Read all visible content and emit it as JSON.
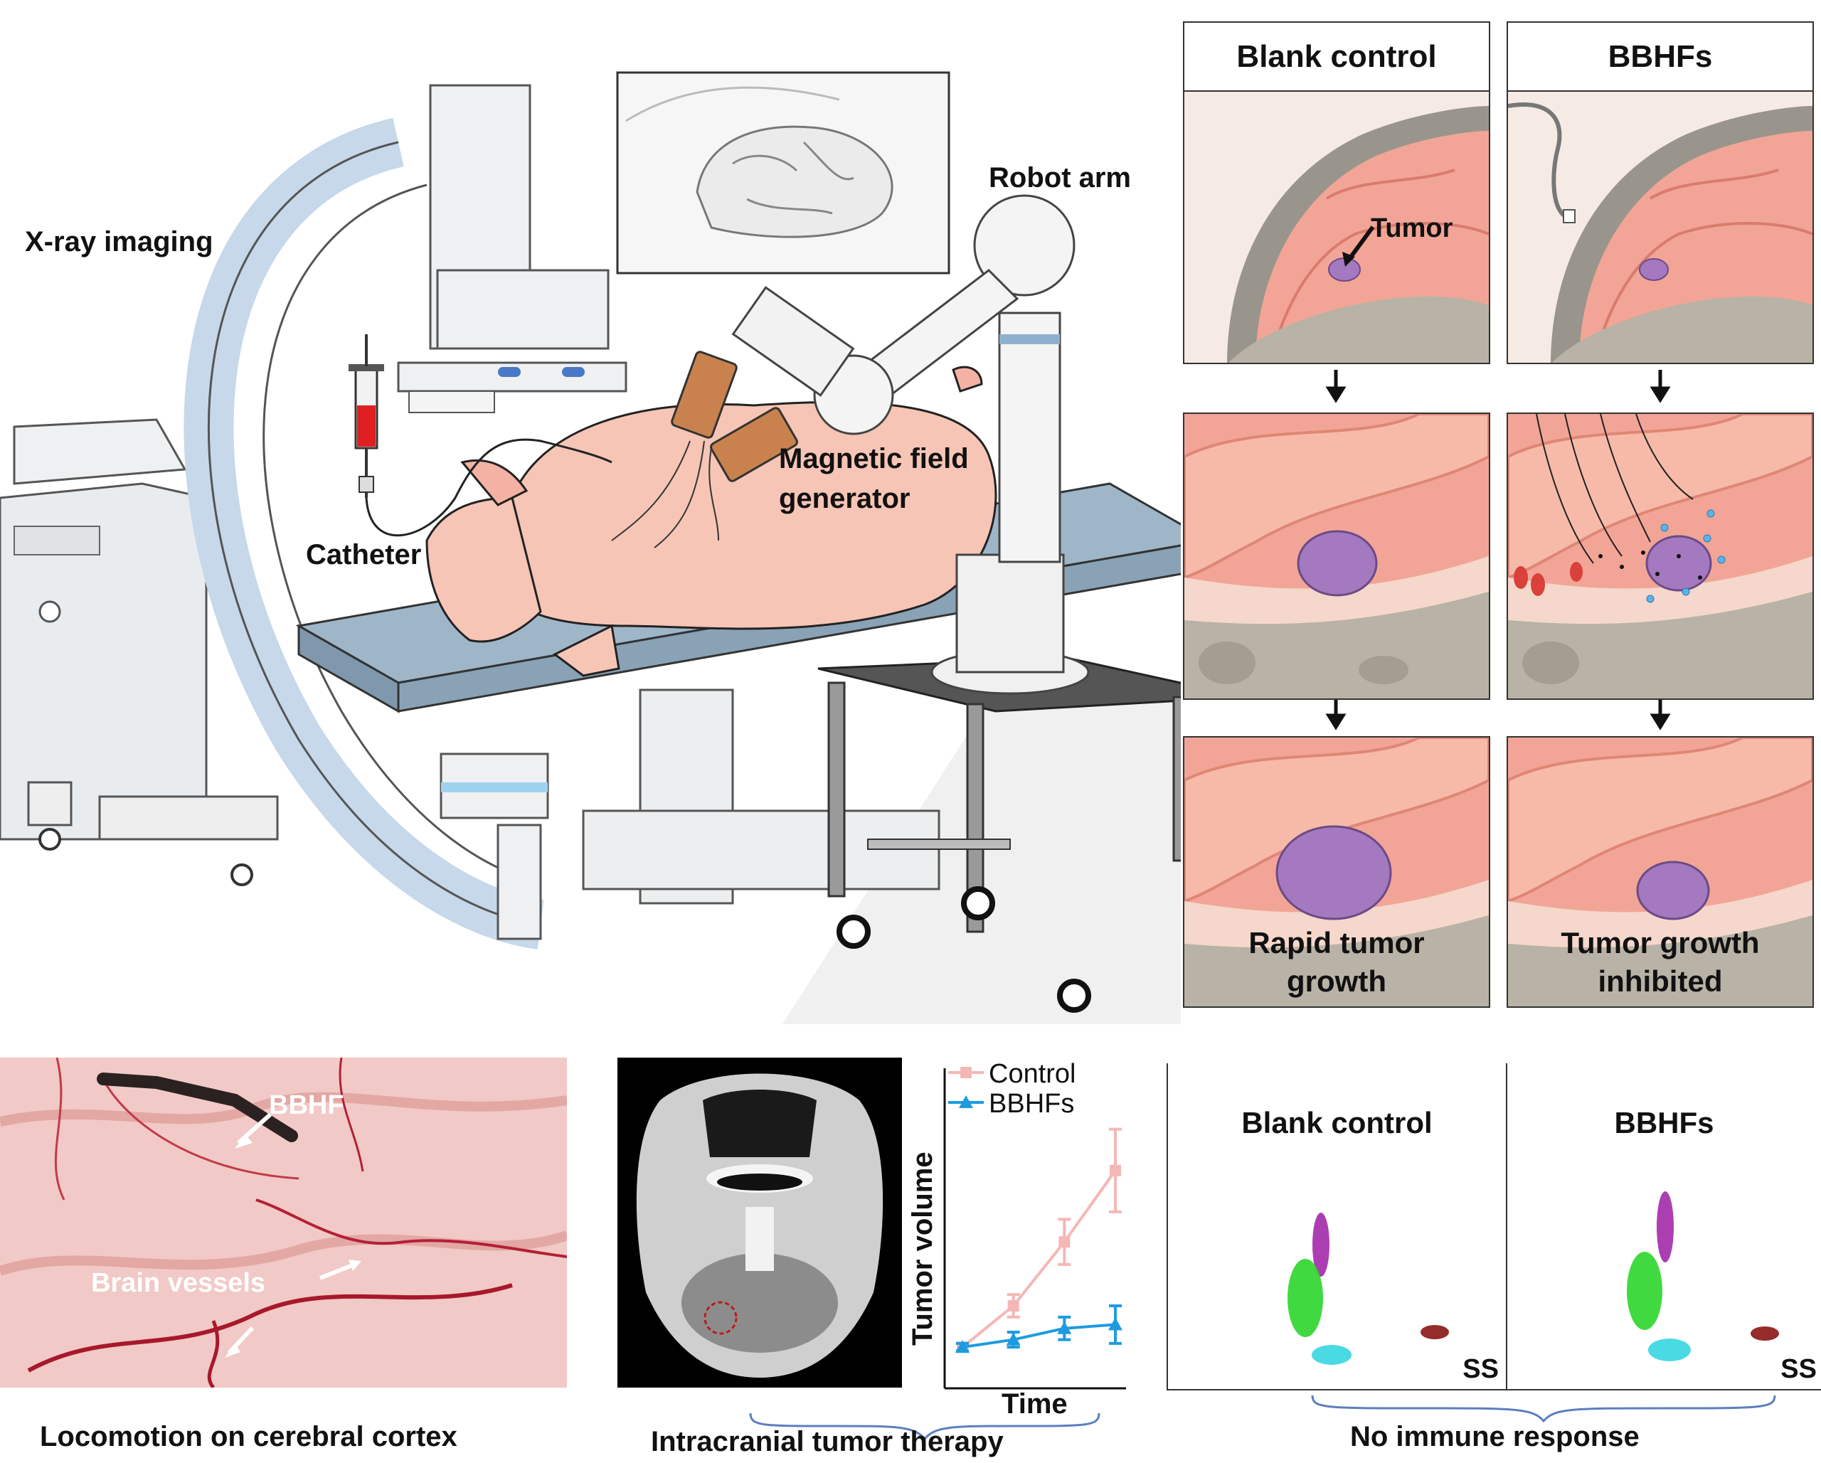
{
  "scene": {
    "xray_label": "X-ray imaging",
    "robot_label": "Robot arm",
    "magnetic_label_line1": "Magnetic field",
    "magnetic_label_line2": "generator",
    "catheter_label": "Catheter"
  },
  "brain_panels": {
    "col1_header": "Blank control",
    "col2_header": "BBHFs",
    "tumor_label": "Tumor",
    "outcome1_line1": "Rapid tumor",
    "outcome1_line2": "growth",
    "outcome2_line1": "Tumor growth",
    "outcome2_line2": "inhibited"
  },
  "photo": {
    "bbhf_label": "BBHF",
    "vessels_label": "Brain vessels",
    "caption": "Locomotion on cerebral cortex"
  },
  "therapy": {
    "caption": "Intracranial tumor therapy"
  },
  "chart_data": {
    "type": "line",
    "xlabel": "Time",
    "ylabel": "Tumor volume",
    "x": [
      1,
      2,
      3,
      4
    ],
    "series": [
      {
        "name": "Control",
        "color": "#f5b7b5",
        "marker": "square",
        "values": [
          1.0,
          2.1,
          3.8,
          5.7
        ],
        "errors": [
          0.1,
          0.3,
          0.6,
          1.1
        ]
      },
      {
        "name": "BBHFs",
        "color": "#1e9be0",
        "marker": "triangle",
        "values": [
          1.0,
          1.2,
          1.5,
          1.6
        ],
        "errors": [
          0.1,
          0.2,
          0.3,
          0.5
        ]
      }
    ],
    "ylim": [
      0,
      7
    ],
    "legend": "top-left"
  },
  "flow": {
    "col1_title": "Blank control",
    "col2_title": "BBHFs",
    "axis_label_1": "SS",
    "axis_label_2": "SS",
    "caption": "No immune response"
  },
  "colors": {
    "tumor": "#a479c0",
    "brain": "#f2a596",
    "pig": "#f6c5b6",
    "table": "#9fb6c9",
    "control": "#f5b7b5",
    "bbhf": "#1e9be0"
  }
}
